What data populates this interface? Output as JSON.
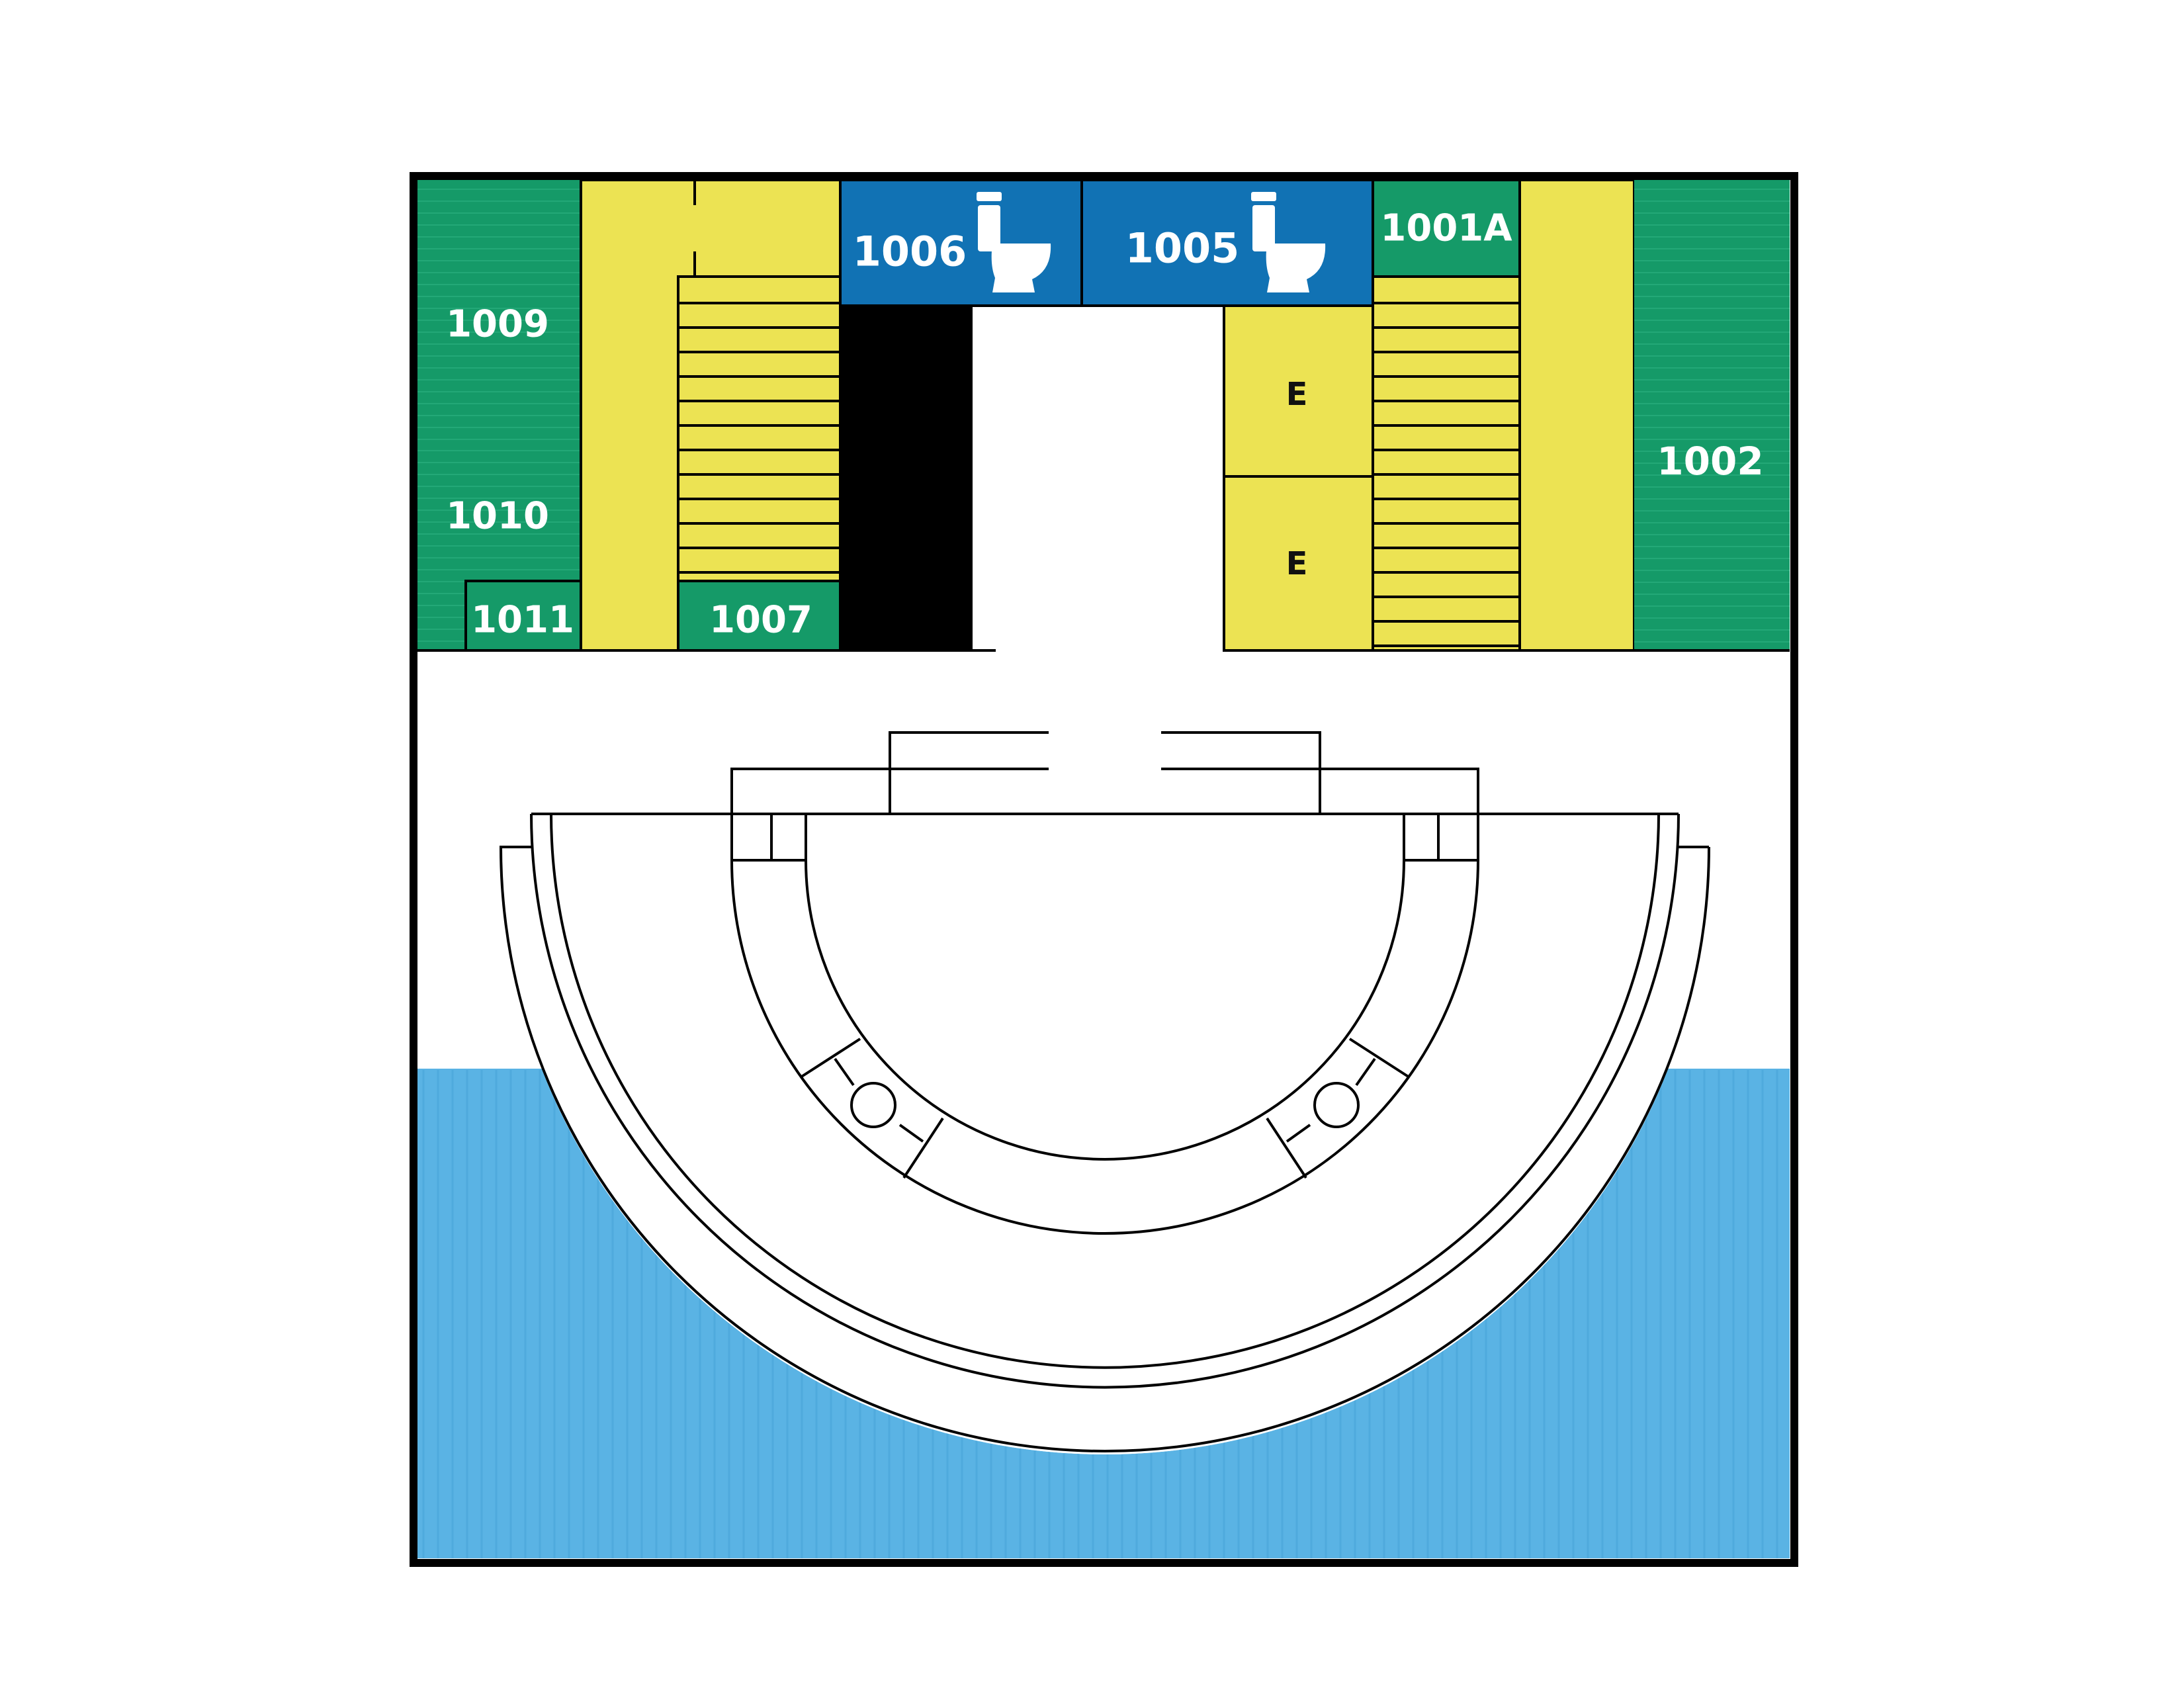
{
  "colors": {
    "office_green": "#159a68",
    "stair_yellow": "#ece353",
    "restroom_blue": "#1172b4",
    "water_blue": "#5ab3e4",
    "wall_black": "#000000",
    "background": "#ffffff"
  },
  "rooms": {
    "r1009": "1009",
    "r1010": "1010",
    "r1011": "1011",
    "r1007": "1007",
    "r1006": "1006",
    "r1005": "1005",
    "r1001a": "1001A",
    "r1002": "1002"
  },
  "elevators": {
    "e1": "E",
    "e2": "E"
  },
  "icons": {
    "restroom_1006": "toilet-icon",
    "restroom_1005": "toilet-icon"
  }
}
